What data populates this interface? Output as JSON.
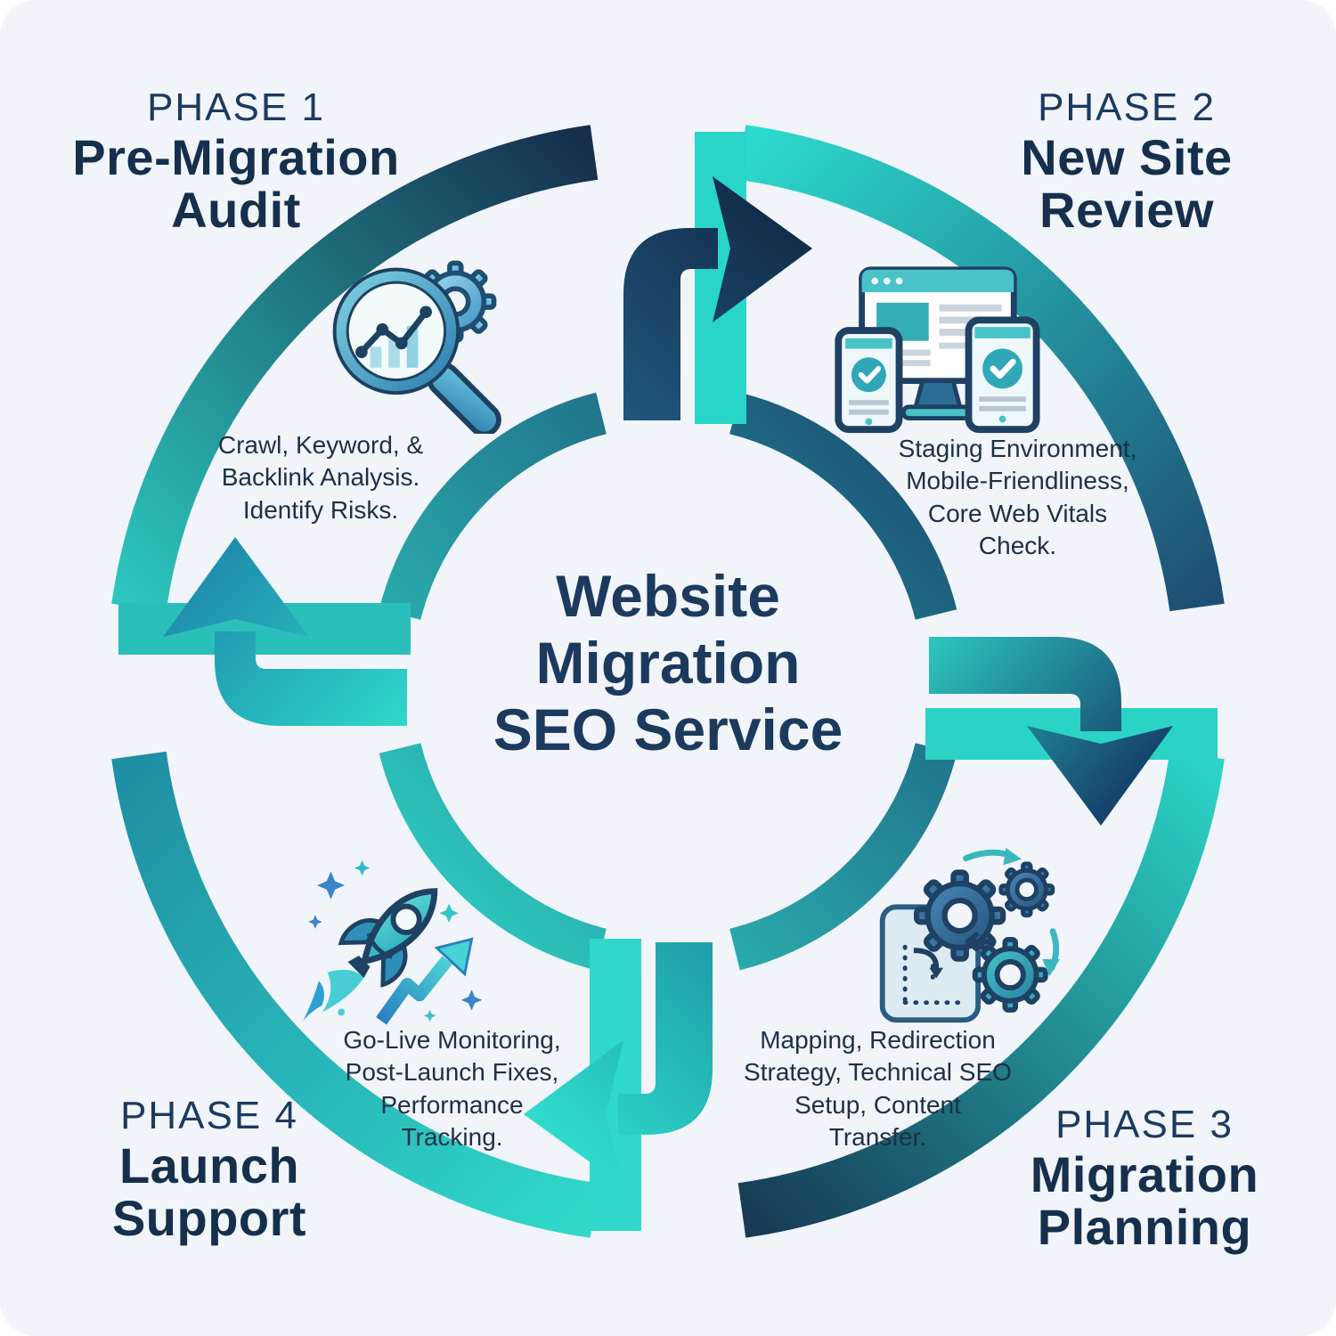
{
  "center": {
    "title_lines": [
      "Website",
      "Migration",
      "SEO Service"
    ]
  },
  "phases": [
    {
      "label": "PHASE 1",
      "name_lines": [
        "Pre-Migration",
        "Audit"
      ],
      "desc_lines": [
        "Crawl, Keyword, &",
        "Backlink Analysis.",
        "Identify Risks.",
        ""
      ],
      "icon": "analytics-magnifier-gear-icon"
    },
    {
      "label": "PHASE 2",
      "name_lines": [
        "New Site",
        "Review"
      ],
      "desc_lines": [
        "Staging Environment,",
        "Mobile-Friendliness,",
        "Core Web Vitals",
        "Check."
      ],
      "icon": "responsive-devices-check-icon"
    },
    {
      "label": "PHASE 3",
      "name_lines": [
        "Migration",
        "Planning"
      ],
      "desc_lines": [
        "Mapping, Redirection",
        "Strategy, Technical SEO",
        "Setup, Content",
        "Transfer."
      ],
      "icon": "gears-blueprint-icon"
    },
    {
      "label": "PHASE 4",
      "name_lines": [
        "Launch",
        "Support"
      ],
      "desc_lines": [
        "Go-Live Monitoring,",
        "Post-Launch Fixes,",
        "Performance",
        "Tracking."
      ],
      "icon": "rocket-growth-arrow-icon"
    }
  ],
  "colors": {
    "background": "#f1f4f9",
    "navy": "#152f4d",
    "steel_blue": "#1e4e74",
    "teal": "#2ad4c8",
    "dark_teal": "#1f8fa3",
    "text_navy": "#1c3a5e"
  }
}
